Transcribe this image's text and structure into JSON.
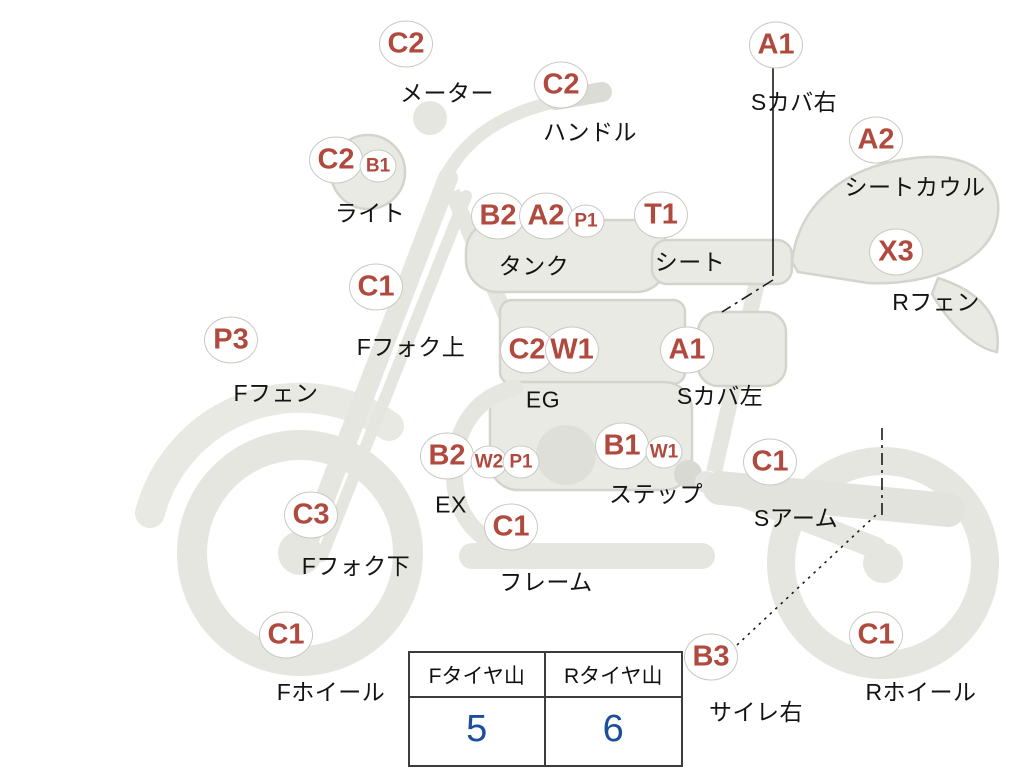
{
  "colors": {
    "code": "#b04a3e",
    "value": "#1d4e99"
  },
  "parts": [
    {
      "id": "meter",
      "codes": [
        "C2"
      ],
      "label": "メーター"
    },
    {
      "id": "handlebar",
      "codes": [
        "C2"
      ],
      "label": "ハンドル"
    },
    {
      "id": "side-cover-right",
      "codes": [
        "A1"
      ],
      "label": "Sカバ右"
    },
    {
      "id": "seat-cowl",
      "codes": [
        "A2"
      ],
      "label": "シートカウル"
    },
    {
      "id": "headlight",
      "codes": [
        "C2",
        "B1"
      ],
      "label": "ライト"
    },
    {
      "id": "tank",
      "codes": [
        "B2",
        "A2",
        "P1"
      ],
      "label": "タンク"
    },
    {
      "id": "seat",
      "codes": [
        "T1"
      ],
      "label": "シート"
    },
    {
      "id": "rear-fender",
      "codes": [
        "X3"
      ],
      "label": "Rフェン"
    },
    {
      "id": "front-fork-upper",
      "codes": [
        "C1"
      ],
      "label": "Fフォク上"
    },
    {
      "id": "front-fender",
      "codes": [
        "P3"
      ],
      "label": "Fフェン"
    },
    {
      "id": "engine",
      "codes": [
        "C2",
        "W1"
      ],
      "label": "EG"
    },
    {
      "id": "side-cover-left",
      "codes": [
        "A1"
      ],
      "label": "Sカバ左"
    },
    {
      "id": "exhaust",
      "codes": [
        "B2",
        "W2",
        "P1"
      ],
      "label": "EX"
    },
    {
      "id": "step",
      "codes": [
        "B1",
        "W1"
      ],
      "label": "ステップ"
    },
    {
      "id": "swingarm",
      "codes": [
        "C1"
      ],
      "label": "Sアーム"
    },
    {
      "id": "front-fork-lower",
      "codes": [
        "C3"
      ],
      "label": "Fフォク下"
    },
    {
      "id": "frame",
      "codes": [
        "C1"
      ],
      "label": "フレーム"
    },
    {
      "id": "front-wheel",
      "codes": [
        "C1"
      ],
      "label": "Fホイール"
    },
    {
      "id": "silencer-right",
      "codes": [
        "B3"
      ],
      "label": "サイレ右"
    },
    {
      "id": "rear-wheel",
      "codes": [
        "C1"
      ],
      "label": "Rホイール"
    }
  ],
  "tire_table": {
    "headers": [
      "Fタイヤ山",
      "Rタイヤ山"
    ],
    "values": [
      "5",
      "6"
    ]
  }
}
